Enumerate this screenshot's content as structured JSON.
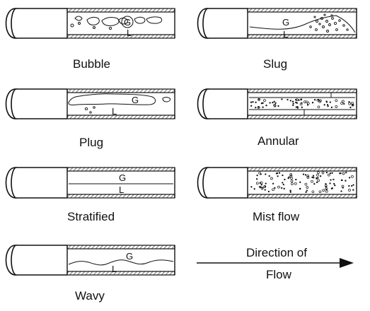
{
  "patterns": [
    {
      "id": "bubble",
      "caption": "Bubble",
      "g": "G",
      "l": "L"
    },
    {
      "id": "slug",
      "caption": "Slug",
      "g": "G",
      "l": "L"
    },
    {
      "id": "plug",
      "caption": "Plug",
      "g": "G",
      "l": "L"
    },
    {
      "id": "annular",
      "caption": "Annular",
      "g": "",
      "l": ""
    },
    {
      "id": "stratified",
      "caption": "Stratified",
      "g": "G",
      "l": "L"
    },
    {
      "id": "mist",
      "caption": "Mist flow",
      "g": "",
      "l": ""
    },
    {
      "id": "wavy",
      "caption": "Wavy",
      "g": "G",
      "l": "L"
    }
  ],
  "direction": {
    "line1": "Direction  of",
    "line2": "Flow"
  },
  "colors": {
    "ink": "#111111",
    "hatch": "#555555",
    "background": "#ffffff"
  }
}
